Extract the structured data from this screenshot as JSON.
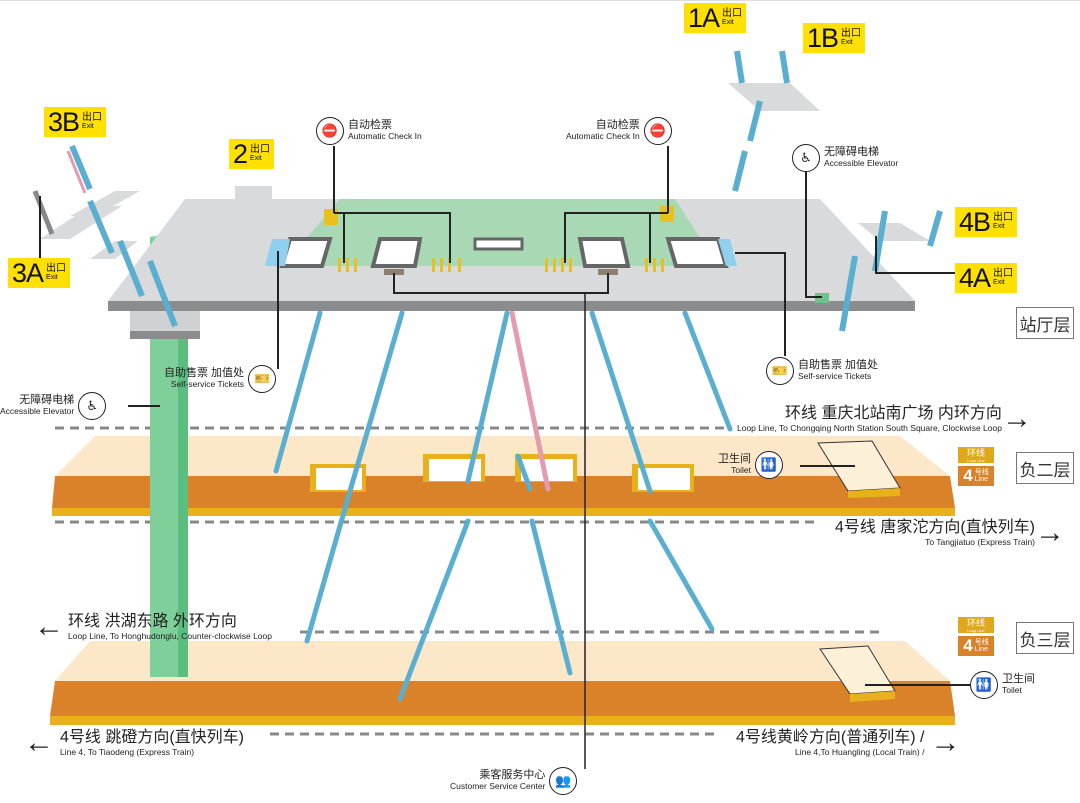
{
  "exits": {
    "1A": {
      "num": "1A",
      "zh": "出口",
      "en": "Exit"
    },
    "1B": {
      "num": "1B",
      "zh": "出口",
      "en": "Exit"
    },
    "2": {
      "num": "2",
      "zh": "出口",
      "en": "Exit"
    },
    "3A": {
      "num": "3A",
      "zh": "出口",
      "en": "Exit"
    },
    "3B": {
      "num": "3B",
      "zh": "出口",
      "en": "Exit"
    },
    "4A": {
      "num": "4A",
      "zh": "出口",
      "en": "Exit"
    },
    "4B": {
      "num": "4B",
      "zh": "出口",
      "en": "Exit"
    }
  },
  "facilities": {
    "checkin_left": {
      "zh": "自动检票",
      "en": "Automatic Check In",
      "icon": "ticket-gate-icon"
    },
    "checkin_right": {
      "zh": "自动检票",
      "en": "Automatic Check In",
      "icon": "ticket-gate-icon"
    },
    "elevator_hall": {
      "zh": "无障碍电梯",
      "en": "Accessible Elevator",
      "icon": "accessible-elevator-icon"
    },
    "elevator_left": {
      "zh": "无障碍电梯",
      "en": "Accessible Elevator",
      "icon": "accessible-elevator-icon"
    },
    "tickets_left": {
      "zh": "自助售票 加值处",
      "en": "Self-service Tickets",
      "icon": "ticket-machine-icon"
    },
    "tickets_right": {
      "zh": "自助售票 加值处",
      "en": "Self-service Tickets",
      "icon": "ticket-machine-icon"
    },
    "toilet_b2": {
      "zh": "卫生间",
      "en": "Toilet",
      "icon": "toilet-icon"
    },
    "toilet_b3": {
      "zh": "卫生间",
      "en": "Toilet",
      "icon": "toilet-icon"
    },
    "service_center": {
      "zh": "乘客服务中心",
      "en": "Customer Service Center",
      "icon": "customer-service-icon"
    }
  },
  "floors": {
    "concourse": "站厅层",
    "b2": "负二层",
    "b3": "负三层"
  },
  "line_badges": {
    "loop_zh": "环线",
    "loop_en": "Loop Line",
    "line4_num": "4",
    "line4_zh": "号线",
    "line4_en": "Line"
  },
  "directions": {
    "b2_loop_clockwise": {
      "zh": "环线 重庆北站南广场 内环方向",
      "en": "Loop Line, To Chongqing North Station South Square, Clockwise Loop",
      "arrow": "right"
    },
    "b2_line4_tangjiatuo": {
      "zh": "4号线 唐家沱方向(直快列车)",
      "en": "To Tangjiatuo (Express Train)",
      "arrow": "right"
    },
    "b3_loop_counter": {
      "zh": "环线  洪湖东路  外环方向",
      "en": "Loop Line, To Honghudonglu, Counter-clockwise Loop",
      "arrow": "left"
    },
    "b3_line4_tiaodeng": {
      "zh": "4号线 跳磴方向(直快列车)",
      "en": "Line 4, To Tiaodeng (Express Train)",
      "arrow": "left"
    },
    "b3_line4_huangling": {
      "zh": "4号线黄岭方向(普通列车) /",
      "en": "Line 4,To Huangling  (Local Train) /",
      "arrow": "right"
    }
  },
  "arrows": {
    "left": "←",
    "right": "→"
  },
  "colors": {
    "exit_yellow": "#ffe000",
    "concourse_gray": "#d9dadb",
    "paid_area_green": "#a8d8b4",
    "elevator_green": "#6cc48a",
    "platform_orange": "#d9822a",
    "platform_light": "#fde7c9",
    "platform_edge": "#e8b11c",
    "escalator_blue": "#5aaed0",
    "escalator_pink": "#e39bb0"
  }
}
